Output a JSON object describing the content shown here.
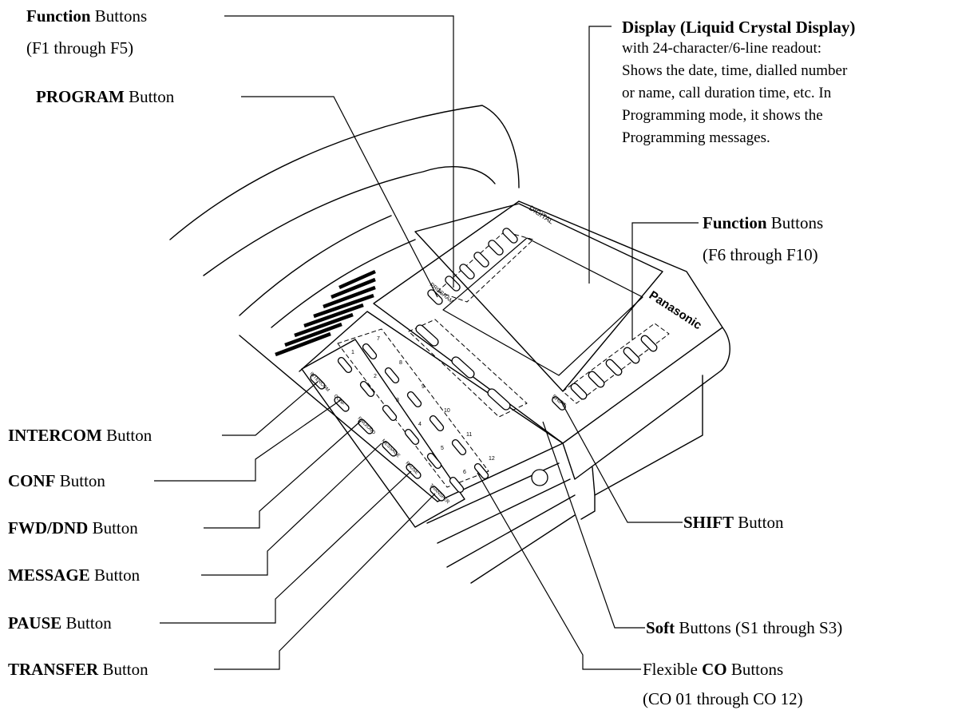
{
  "phone": {
    "brand": "Panasonic",
    "model_text": "DIGITAL",
    "program_key": "PROGRAM",
    "shift_key": "SHIFT",
    "left_keys": [
      "INTERCOM",
      "CONF",
      "FWD/DND",
      "MESSAGE",
      "PAUSE",
      "TRANSFER"
    ],
    "co_left": [
      "1",
      "2",
      "3",
      "4",
      "5",
      "6"
    ],
    "co_right": [
      "7",
      "8",
      "9",
      "10",
      "11",
      "12"
    ]
  },
  "labels": {
    "function_f1_f5": {
      "bold": "Function",
      "rest": " Buttons",
      "line2": "(F1 through F5)"
    },
    "program": {
      "bold": "PROGRAM",
      "rest": " Button"
    },
    "display": {
      "bold": "Display (Liquid Crystal Display)",
      "lines": [
        "with 24-character/6-line readout:",
        "Shows the date, time, dialled number",
        "or name, call duration time, etc.  In",
        "Programming mode, it shows the",
        "Programming messages."
      ]
    },
    "function_f6_f10": {
      "bold": "Function",
      "rest": " Buttons",
      "line2": "(F6 through F10)"
    },
    "intercom": {
      "bold": "INTERCOM",
      "rest": " Button"
    },
    "conf": {
      "bold": "CONF",
      "rest": " Button"
    },
    "fwd_dnd": {
      "bold": "FWD/DND",
      "rest": " Button"
    },
    "message": {
      "bold": "MESSAGE",
      "rest": " Button"
    },
    "pause": {
      "bold": "PAUSE",
      "rest": " Button"
    },
    "transfer": {
      "bold": "TRANSFER",
      "rest": " Button"
    },
    "shift": {
      "bold": "SHIFT",
      "rest": " Button"
    },
    "soft": {
      "bold": "Soft",
      "rest": " Buttons (S1 through S3)"
    },
    "co": {
      "pre": "Flexible ",
      "bold": "CO",
      "rest": " Buttons",
      "line2": "(CO 01 through CO 12)"
    }
  }
}
